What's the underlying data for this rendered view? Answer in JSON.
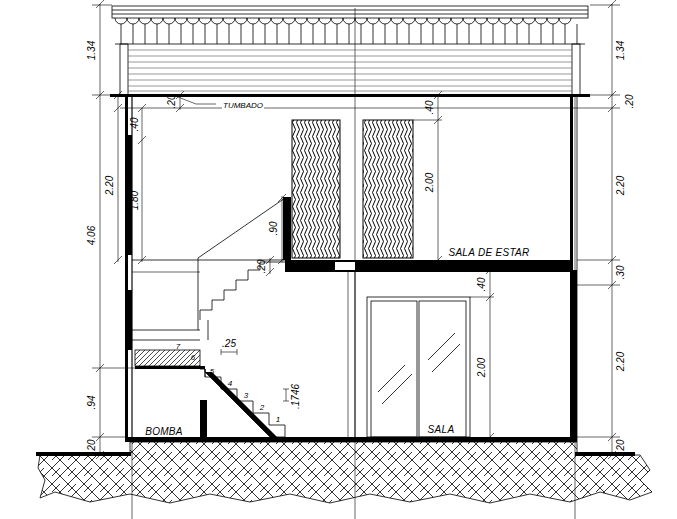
{
  "diagram": {
    "labels": [
      "1.34",
      "1.34",
      ".20",
      "TUMBADO",
      ".40",
      ".20",
      ".40",
      "4.06",
      "2.20",
      "1.80",
      "2.00",
      "2.20",
      ".90",
      "SALA DE ESTAR",
      ".20",
      ".30",
      ".40",
      "2.00",
      "2.20",
      "7",
      ".25",
      "6",
      "5",
      "4",
      ".1746",
      ".94",
      "3",
      "2",
      "1",
      "BOMBA",
      "SALA",
      ".20",
      ".20"
    ]
  }
}
